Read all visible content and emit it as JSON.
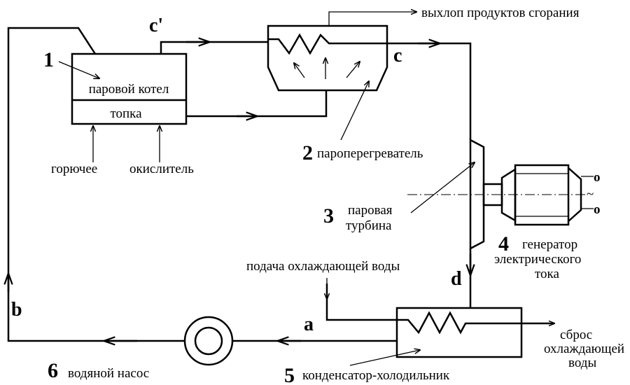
{
  "components": {
    "boiler": {
      "number": "1",
      "label": "паровой котел"
    },
    "furnace": {
      "label": "топка"
    },
    "superheater": {
      "number": "2",
      "label": "пароперегреватель"
    },
    "turbine": {
      "number": "3",
      "label_line1": "паровая",
      "label_line2": "турбина"
    },
    "generator": {
      "number": "4",
      "label_line1": "генератор",
      "label_line2": "электрического",
      "label_line3": "тока",
      "output_symbol": "~"
    },
    "condenser": {
      "number": "5",
      "label": "конденсатор-холодильник"
    },
    "pump": {
      "number": "6",
      "label": "водяной насос"
    }
  },
  "inputs": {
    "fuel": "горючее",
    "oxidizer": "окислитель"
  },
  "flows": {
    "exhaust": "выхлоп продуктов сгорания",
    "coolant_in": "подача охлаждающей воды",
    "coolant_out_line1": "сброс",
    "coolant_out_line2": "охлаждающей",
    "coolant_out_line3": "воды"
  },
  "points": {
    "a": "a",
    "b": "b",
    "c": "c",
    "c_prime": "c'",
    "d": "d"
  },
  "terminals": {
    "top": "o",
    "bottom": "o"
  }
}
